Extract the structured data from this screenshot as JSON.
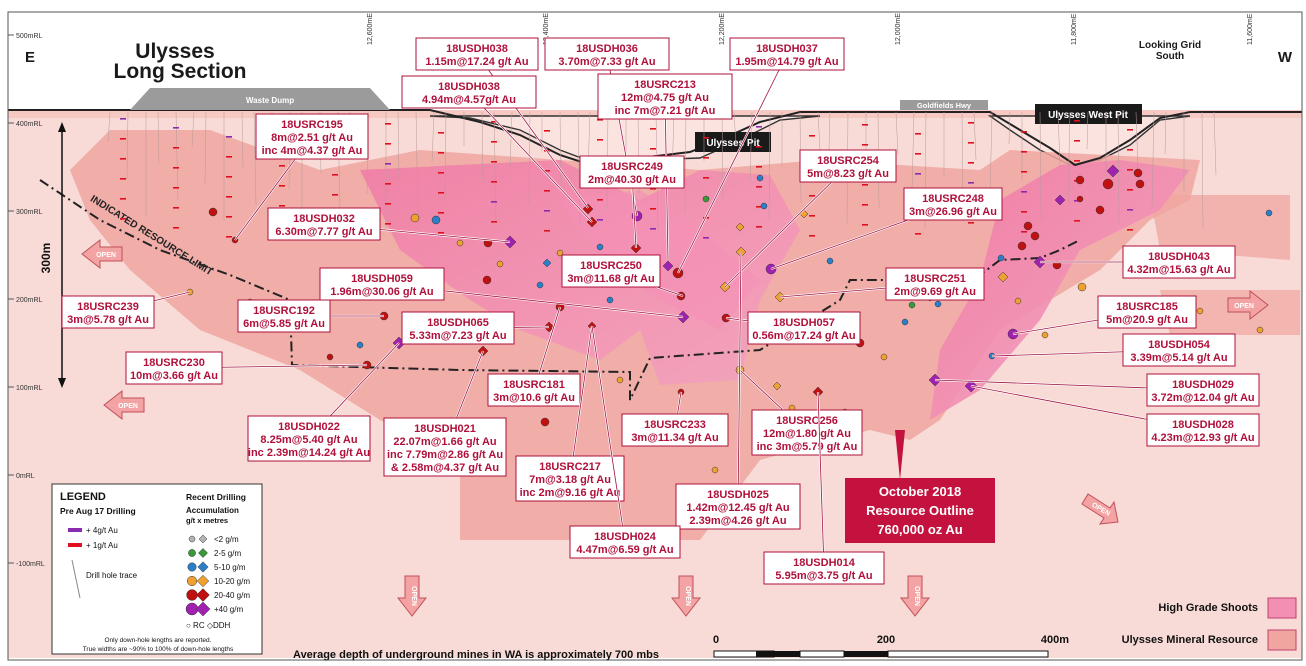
{
  "title": {
    "line1": "Ulysses",
    "line2": "Long Section"
  },
  "looking": {
    "line1": "Looking Grid",
    "line2": "South"
  },
  "compass": {
    "east": "E",
    "west": "W"
  },
  "rl_labels": [
    "500mRL",
    "400mRL",
    "300mRL",
    "200mRL",
    "100mRL",
    "0mRL",
    "-100mRL"
  ],
  "grid_labels": [
    "12,600mE",
    "12,400mE",
    "12,200mE",
    "12,000mE",
    "11,800mE",
    "11,600mE"
  ],
  "scale_300": "300m",
  "features": {
    "waste_dump": "Waste Dump",
    "goldfields_hwy": "Goldfields Hwy",
    "ulysses_pit": "Ulysses Pit",
    "ulysses_west_pit": "Ulysses West Pit",
    "indicated_limit": "INDICATED RESOURCE LIMIT"
  },
  "open_label": "OPEN",
  "callouts": [
    {
      "id": "18USDH038a",
      "lines": [
        "18USDH038",
        "1.15m@17.24 g/t Au"
      ]
    },
    {
      "id": "18USDH038b",
      "lines": [
        "18USDH038",
        "4.94m@4.57g/t Au"
      ]
    },
    {
      "id": "18USDH036",
      "lines": [
        "18USDH036",
        "3.70m@7.33 g/t Au"
      ]
    },
    {
      "id": "18USRC213",
      "lines": [
        "18USRC213",
        "12m@4.75 g/t Au",
        "inc 7m@7.21 g/t Au"
      ]
    },
    {
      "id": "18USDH037",
      "lines": [
        "18USDH037",
        "1.95m@14.79 g/t Au"
      ]
    },
    {
      "id": "18USRC195",
      "lines": [
        "18USRC195",
        "8m@2.51 g/t Au",
        "inc 4m@4.37 g/t Au"
      ]
    },
    {
      "id": "18USRC249",
      "lines": [
        "18USRC249",
        "2m@40.30 g/t Au"
      ]
    },
    {
      "id": "18USRC254",
      "lines": [
        "18USRC254",
        "5m@8.23 g/t Au"
      ]
    },
    {
      "id": "18USRC248",
      "lines": [
        "18USRC248",
        "3m@26.96 g/t Au"
      ]
    },
    {
      "id": "18USDH032",
      "lines": [
        "18USDH032",
        "6.30m@7.77 g/t Au"
      ]
    },
    {
      "id": "18USRC250",
      "lines": [
        "18USRC250",
        "3m@11.68 g/t Au"
      ]
    },
    {
      "id": "18USDH043",
      "lines": [
        "18USDH043",
        "4.32m@15.63 g/t Au"
      ]
    },
    {
      "id": "18USDH059",
      "lines": [
        "18USDH059",
        "1.96m@30.06 g/t Au"
      ]
    },
    {
      "id": "18USRC251",
      "lines": [
        "18USRC251",
        "2m@9.69 g/t Au"
      ]
    },
    {
      "id": "18USRC239",
      "lines": [
        "18USRC239",
        "3m@5.78 g/t Au"
      ]
    },
    {
      "id": "18USRC192",
      "lines": [
        "18USRC192",
        "6m@5.85 g/t Au"
      ]
    },
    {
      "id": "18USDH065",
      "lines": [
        "18USDH065",
        "5.33m@7.23 g/t Au"
      ]
    },
    {
      "id": "18USDH057",
      "lines": [
        "18USDH057",
        "0.56m@17.24 g/t Au"
      ]
    },
    {
      "id": "18USRC185",
      "lines": [
        "18USRC185",
        "5m@20.9 g/t Au"
      ]
    },
    {
      "id": "18USDH054",
      "lines": [
        "18USDH054",
        "3.39m@5.14 g/t Au"
      ]
    },
    {
      "id": "18USRC230",
      "lines": [
        "18USRC230",
        "10m@3.66 g/t Au"
      ]
    },
    {
      "id": "18USRC181",
      "lines": [
        "18USRC181",
        "3m@10.6 g/t Au"
      ]
    },
    {
      "id": "18USDH029",
      "lines": [
        "18USDH029",
        "3.72m@12.04 g/t Au"
      ]
    },
    {
      "id": "18USDH022",
      "lines": [
        "18USDH022",
        "8.25m@5.40 g/t Au",
        "inc 2.39m@14.24 g/t Au"
      ]
    },
    {
      "id": "18USDH021",
      "lines": [
        "18USDH021",
        "22.07m@1.66 g/t Au",
        "inc 7.79m@2.86 g/t Au",
        "& 2.58m@4.37 g/t Au"
      ]
    },
    {
      "id": "18USRC233",
      "lines": [
        "18USRC233",
        "3m@11.34 g/t Au"
      ]
    },
    {
      "id": "18USRC256",
      "lines": [
        "18USRC256",
        "12m@1.80 g/t Au",
        "inc 3m@5.79 g/t Au"
      ]
    },
    {
      "id": "18USDH028",
      "lines": [
        "18USDH028",
        "4.23m@12.93 g/t Au"
      ]
    },
    {
      "id": "18USRC217",
      "lines": [
        "18USRC217",
        "7m@3.18 g/t Au",
        "inc 2m@9.16 g/t Au"
      ]
    },
    {
      "id": "18USDH025",
      "lines": [
        "18USDH025",
        "1.42m@12.45 g/t Au",
        "2.39m@4.26 g/t Au"
      ]
    },
    {
      "id": "18USDH024",
      "lines": [
        "18USDH024",
        "4.47m@6.59 g/t Au"
      ]
    },
    {
      "id": "18USDH014",
      "lines": [
        "18USDH014",
        "5.95m@3.75 g/t Au"
      ]
    }
  ],
  "resource_box": {
    "lines": [
      "October 2018",
      "Resource Outline",
      "760,000 oz Au"
    ]
  },
  "legend": {
    "title": "LEGEND",
    "pre_title": "Pre Aug 17 Drilling",
    "pre_items": [
      "+ 4g/t Au",
      "+ 1g/t Au",
      "Drill hole trace"
    ],
    "recent_title": "Recent Drilling",
    "accum_title": "Accumulation",
    "accum_units": "g/t x metres",
    "accum_items": [
      {
        "label": "<2 g/m",
        "color": "#b4b4b4"
      },
      {
        "label": "2-5 g/m",
        "color": "#3a9a3a"
      },
      {
        "label": "5-10 g/m",
        "color": "#2a7fc8"
      },
      {
        "label": "10-20 g/m",
        "color": "#f0a030"
      },
      {
        "label": "20-40 g/m",
        "color": "#c01010"
      },
      {
        "label": "+40 g/m",
        "color": "#a020b0"
      }
    ],
    "rc_ddh": "○ RC ◇DDH",
    "note1": "Only down-hole lengths are reported.",
    "note2": "True widths are ~90% to 100% of down-hole lengths"
  },
  "bottom_text": "Average depth of underground mines in WA is approximately 700 mbs",
  "scale_bar": {
    "labels": [
      "0",
      "200",
      "400m"
    ]
  },
  "key": {
    "high_grade": "High Grade Shoots",
    "resource": "Ulysses Mineral Resource"
  },
  "colors": {
    "callout_text": "#b0103a",
    "resource_fill": "#f0a8a8",
    "high_grade_fill": "#f48fb4",
    "background": "#f8d9d4",
    "box_dark": "#c4123f"
  }
}
